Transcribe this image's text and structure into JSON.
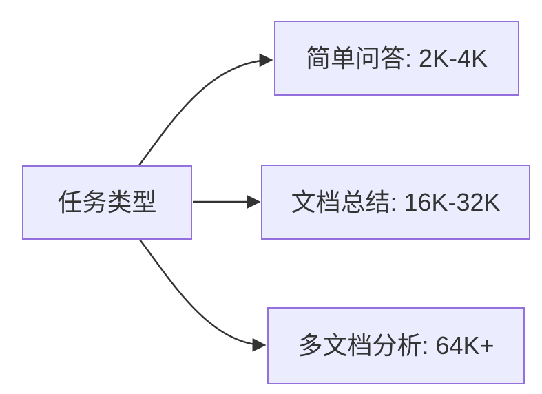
{
  "diagram": {
    "root": {
      "label": "任务类型"
    },
    "branches": [
      {
        "label": "简单问答: 2K-4K"
      },
      {
        "label": "文档总结: 16K-32K"
      },
      {
        "label": "多文档分析: 64K+"
      }
    ],
    "colors": {
      "node_fill": "#ECECFF",
      "node_border": "#9370DB",
      "arrow": "#333333",
      "text": "#333333",
      "background": "#FFFFFF"
    }
  }
}
